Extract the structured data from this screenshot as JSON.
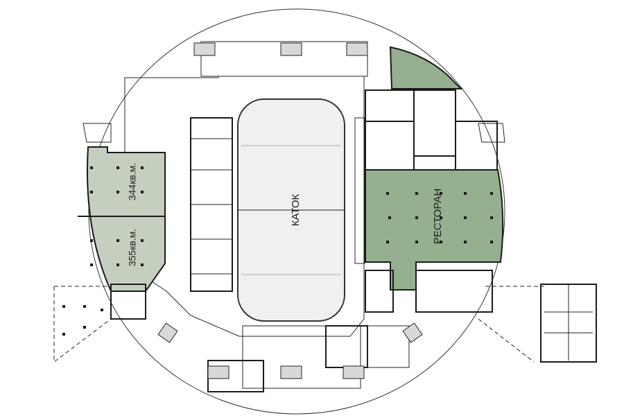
{
  "plan": {
    "zones": {
      "rink": {
        "label": "КАТОК"
      },
      "restaurant": {
        "label": "РЕСТОРАН"
      },
      "shop_upper": {
        "label": "344кв.м."
      },
      "shop_lower": {
        "label": "355кв.м."
      }
    },
    "colors": {
      "shop": "#c5cfc0",
      "restaurant": "#94b08e",
      "corridor": "#e6eae1",
      "rink": "#eef1ee",
      "wall": "#1a1a1a"
    }
  }
}
